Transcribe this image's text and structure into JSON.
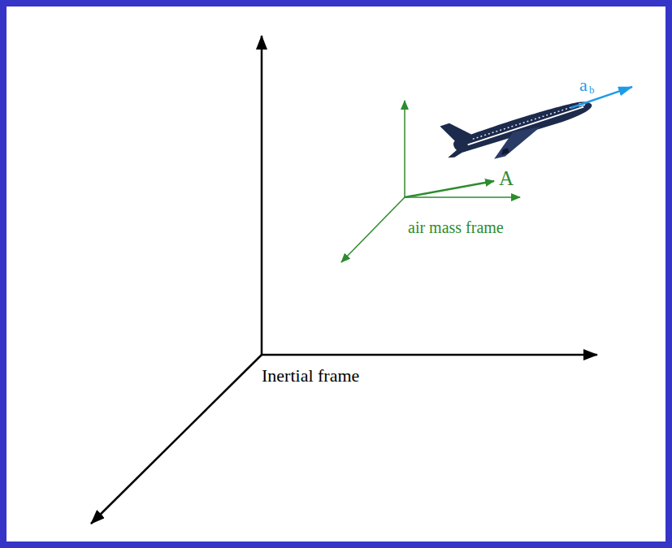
{
  "diagram": {
    "labels": [
      "Inertial frame",
      "air mass frame",
      "A",
      "a",
      "b"
    ]
  }
}
